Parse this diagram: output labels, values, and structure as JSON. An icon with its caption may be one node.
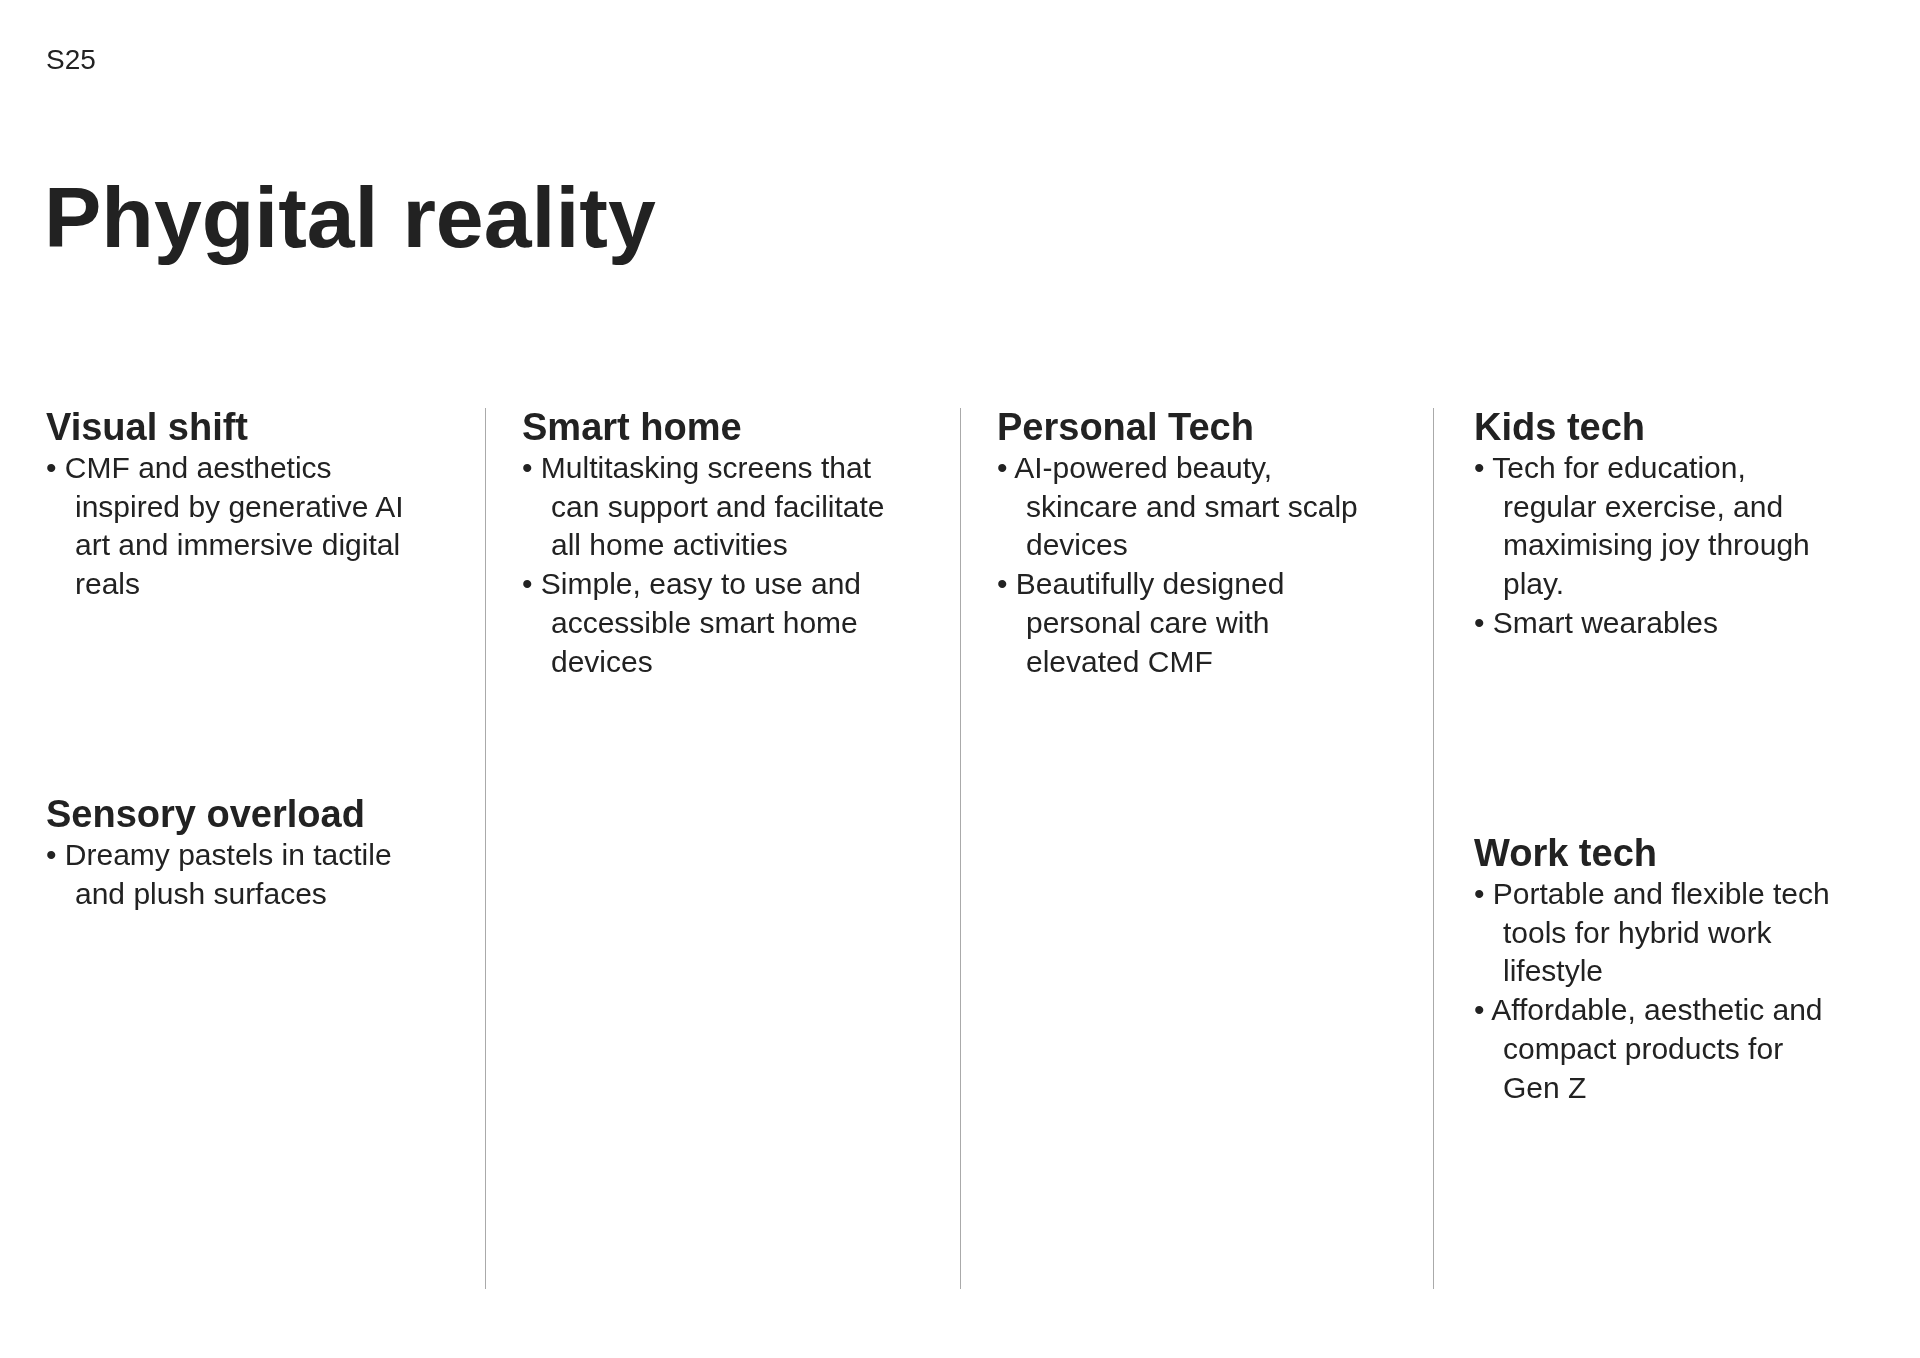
{
  "diagram": {
    "title": "Phygital reality",
    "labels": [
      "S25",
      "Visual shift",
      "• CMF and aesthetics inspired by generative AI art and immersive digital reals",
      "Sensory overload",
      "• Dreamy pastels in tactile and plush surfaces",
      "Smart home",
      "• Multitasking screens that can support and facilitate all home activities",
      "• Simple, easy to use and accessible smart home devices",
      "Personal Tech",
      "• AI-powered beauty, skincare and smart scalp devices",
      "• Beautifully designed personal care with elevated CMF",
      "Kids tech",
      "• Tech for education, regular exercise, and maximising joy through play.",
      "• Smart wearables",
      "Work tech",
      "• Portable and flexible tech tools for hybrid work lifestyle",
      "• Affordable, aesthetic and compact products for Gen Z"
    ]
  }
}
